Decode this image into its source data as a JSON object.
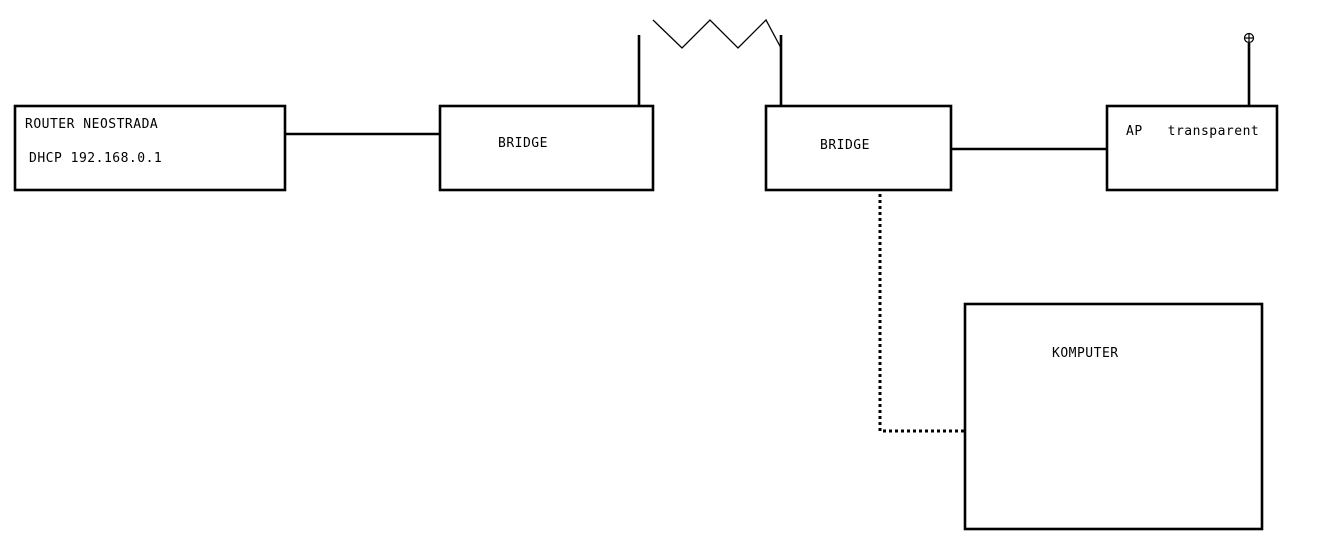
{
  "diagram": {
    "router": {
      "line1": "ROUTER NEOSTRADA",
      "line2": "DHCP 192.168.0.1"
    },
    "bridge_left": {
      "label": "BRIDGE"
    },
    "bridge_right": {
      "label": "BRIDGE"
    },
    "access_point": {
      "label": "AP   transparent"
    },
    "computer": {
      "label": "KOMPUTER"
    },
    "icons": {
      "wireless_link": "wireless-link-zigzag-icon",
      "antenna": "antenna-icon"
    },
    "colors": {
      "stroke": "#000000",
      "background": "#ffffff"
    }
  }
}
